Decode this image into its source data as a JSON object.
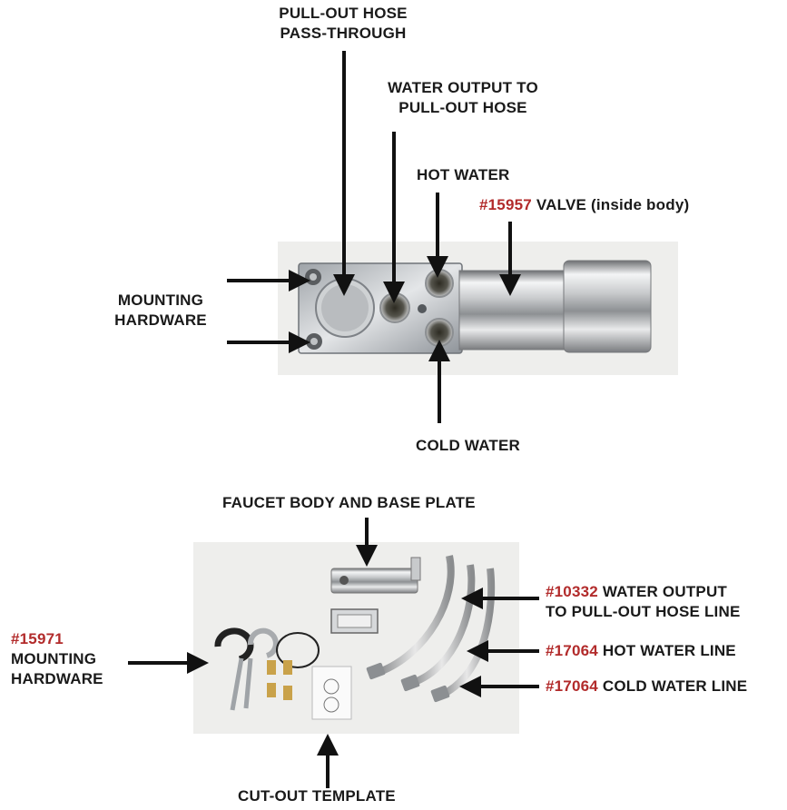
{
  "colors": {
    "part_number": "#b22b2b",
    "text": "#1a1a1a",
    "arrow": "#111111",
    "photo_bg": "#eeeeec"
  },
  "top_diagram": {
    "pullout_pass_through": [
      "PULL-OUT HOSE",
      "PASS-THROUGH"
    ],
    "water_output": [
      "WATER OUTPUT TO",
      "PULL-OUT HOSE"
    ],
    "hot_water": "HOT WATER",
    "valve": {
      "number": "#15957",
      "text": "VALVE (inside body)"
    },
    "mounting_hardware": [
      "MOUNTING",
      "HARDWARE"
    ],
    "cold_water": "COLD WATER"
  },
  "bottom_diagram": {
    "faucet_body": "FAUCET BODY AND BASE PLATE",
    "mounting_hardware": {
      "number": "#15971",
      "lines": [
        "MOUNTING",
        "HARDWARE"
      ]
    },
    "water_output_line": {
      "number": "#10332",
      "text": "WATER OUTPUT",
      "line2": "TO PULL-OUT HOSE LINE"
    },
    "hot_water_line": {
      "number": "#17064",
      "text": "HOT WATER LINE"
    },
    "cold_water_line": {
      "number": "#17064",
      "text": "COLD WATER LINE"
    },
    "cutout_template": "CUT-OUT TEMPLATE"
  }
}
